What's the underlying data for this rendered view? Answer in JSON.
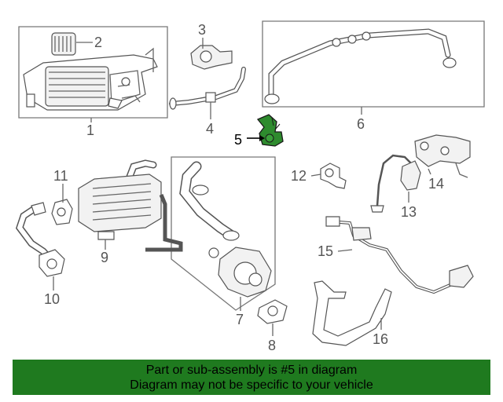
{
  "diagram": {
    "callouts": [
      "1",
      "2",
      "3",
      "4",
      "5",
      "6",
      "7",
      "8",
      "9",
      "10",
      "11",
      "12",
      "13",
      "14",
      "15",
      "16"
    ],
    "highlight_color": "#2e8b2e"
  },
  "banner": {
    "line1": "Part or sub-assembly is #5 in diagram",
    "line2": "Diagram may not be specific to your vehicle",
    "background": "#1f7a1f"
  }
}
